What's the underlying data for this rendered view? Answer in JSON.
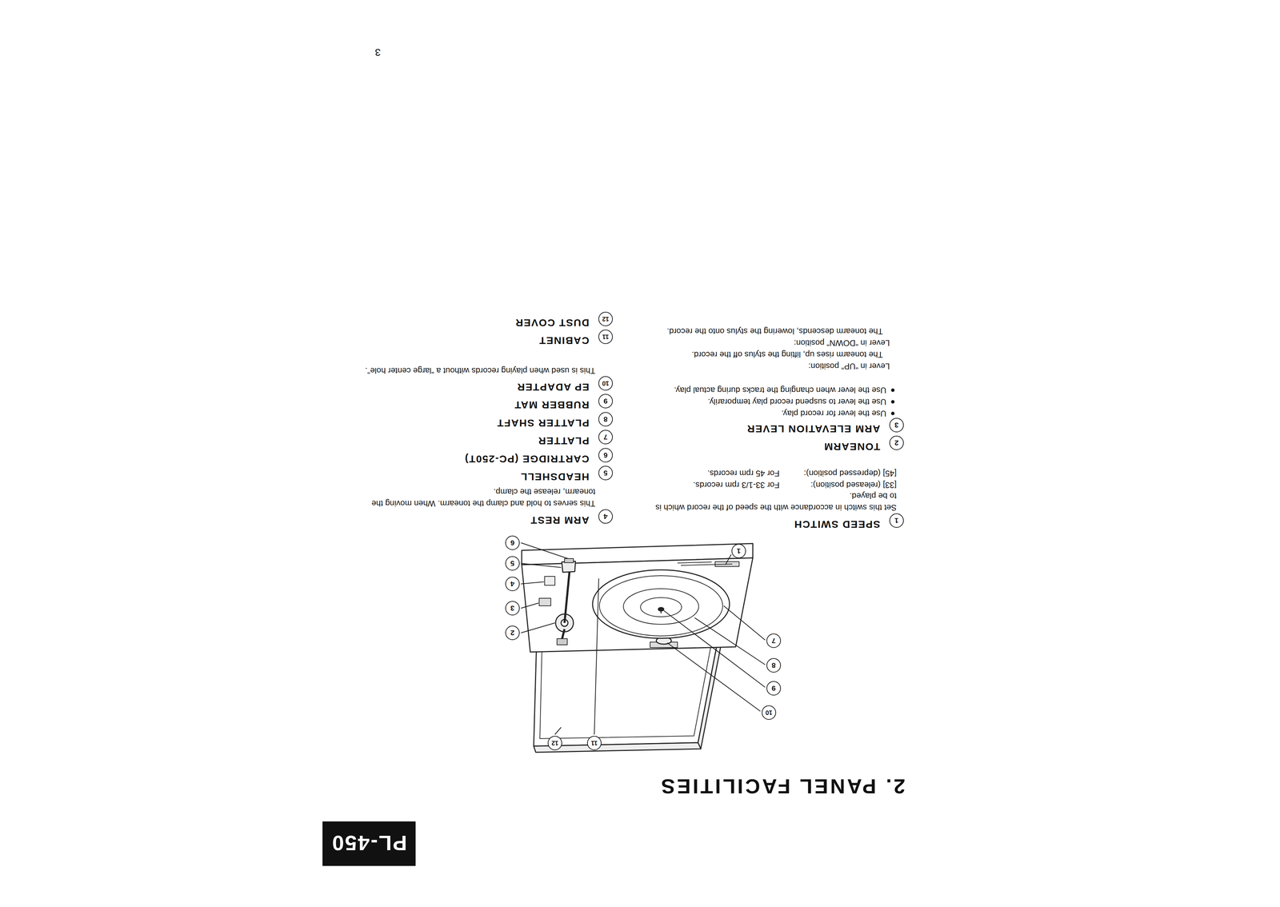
{
  "diagram": {
    "title": "2. PANEL FACILITIES",
    "labels": [
      "PL-450",
      "3",
      "1",
      "2",
      "3",
      "4",
      "5",
      "6",
      "7",
      "8",
      "9",
      "10",
      "11",
      "12",
      "1",
      "SPEED SWITCH",
      "Set this switch in accordance with the speed of the record which is to be played.",
      "[33] (released position):",
      "For 33-1/3 rpm records.",
      "[45] (depressed position):",
      "For 45 rpm records.",
      "2",
      "TONEARM",
      "3",
      "ARM ELEVATION LEVER",
      "Use the lever for record play.",
      "Use the lever to suspend record play temporarily.",
      "Use the lever when changing the tracks during actual play.",
      "Lever in “UP” position:",
      "The tonearm rises up, lifting the stylus off the record.",
      "Lever in “DOWN” position:",
      "The tonearm descends, lowering the stylus onto the record.",
      "4",
      "ARM REST",
      "This serves to hold and clamp the tonearm. When moving the tonearm, release the clamp.",
      "5",
      "HEADSHELL",
      "6",
      "CARTRIDGE (PC-250T)",
      "7",
      "PLATTER",
      "8",
      "PLATTER SHAFT",
      "9",
      "RUBBER MAT",
      "10",
      "EP ADAPTER",
      "This is used when playing records without a “large center hole”.",
      "11",
      "CABINET",
      "12",
      "DUST COVER"
    ]
  }
}
